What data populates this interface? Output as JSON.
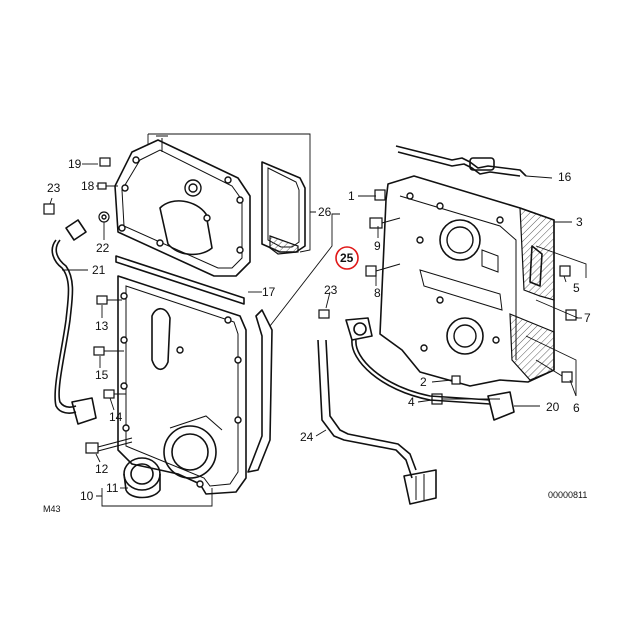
{
  "diagram": {
    "callouts": [
      {
        "id": "c1",
        "text": "1"
      },
      {
        "id": "c2",
        "text": "2"
      },
      {
        "id": "c3",
        "text": "3"
      },
      {
        "id": "c4",
        "text": "4"
      },
      {
        "id": "c5",
        "text": "5"
      },
      {
        "id": "c6",
        "text": "6"
      },
      {
        "id": "c7",
        "text": "7"
      },
      {
        "id": "c8",
        "text": "8"
      },
      {
        "id": "c9",
        "text": "9"
      },
      {
        "id": "c10",
        "text": "10"
      },
      {
        "id": "c11",
        "text": "11"
      },
      {
        "id": "c12",
        "text": "12"
      },
      {
        "id": "c13",
        "text": "13"
      },
      {
        "id": "c14",
        "text": "14"
      },
      {
        "id": "c15",
        "text": "15"
      },
      {
        "id": "c16",
        "text": "16"
      },
      {
        "id": "c17",
        "text": "17"
      },
      {
        "id": "c18",
        "text": "18"
      },
      {
        "id": "c19",
        "text": "19"
      },
      {
        "id": "c20",
        "text": "20"
      },
      {
        "id": "c21",
        "text": "21"
      },
      {
        "id": "c22",
        "text": "22"
      },
      {
        "id": "c23a",
        "text": "23"
      },
      {
        "id": "c23b",
        "text": "23"
      },
      {
        "id": "c24",
        "text": "24"
      },
      {
        "id": "c25",
        "text": "25"
      },
      {
        "id": "c26",
        "text": "26"
      }
    ],
    "highlighted": "25",
    "highlight_color": "#e01818",
    "corner_left": "M43",
    "corner_right": "00000811"
  }
}
